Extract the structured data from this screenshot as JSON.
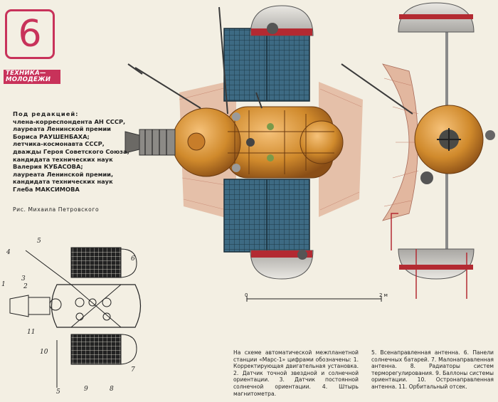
{
  "issue": {
    "number": "6"
  },
  "logo": {
    "line1": "ТЕХНИКА—",
    "line2": "МОЛОДЕЖИ"
  },
  "editors": {
    "lines": [
      "Под редакцией:",
      "члена-корреспондента АН СССР,",
      "лауреата Ленинской премии",
      "Бориса РАУШЕНБАХА;",
      "летчика-космонавта СССР,",
      "дважды Героя Советского Союза,",
      "кандидата технических наук",
      "Валерия КУБАСОВА;",
      "лауреата Ленинской премии,",
      "кандидата технических наук",
      "Глеба МАКСИМОВА"
    ]
  },
  "credit": "Рис. Михаила Петровского",
  "scale": {
    "start": "0",
    "end": "2 м"
  },
  "callouts": [
    "1",
    "2",
    "3",
    "4",
    "5",
    "5",
    "6",
    "7",
    "8",
    "9",
    "10",
    "11"
  ],
  "legend": {
    "part1": "На схеме автоматической межпланетной станции «Марс-1» цифрами обозначены: 1. Корректирующая двигательная установка. 2. Датчик точной звездной и солнечной ориентации. 3. Датчик постоянной солнечной ориентации. 4. Штырь магнитометра.",
    "part2": "5. Всенаправленная антенна. 6. Панели солнечных батарей. 7. Малонаправленная антенна. 8. Радиаторы систем терморегулирования. 9. Баллоны системы ориентации. 10. Остронаправленная антенна. 11. Орбитальный отсек."
  },
  "colors": {
    "accent": "#c8325a",
    "paper": "#f3efe3",
    "gold": "#d08a2c",
    "panel": "#3e6c84",
    "dish": "#e2b79f"
  }
}
